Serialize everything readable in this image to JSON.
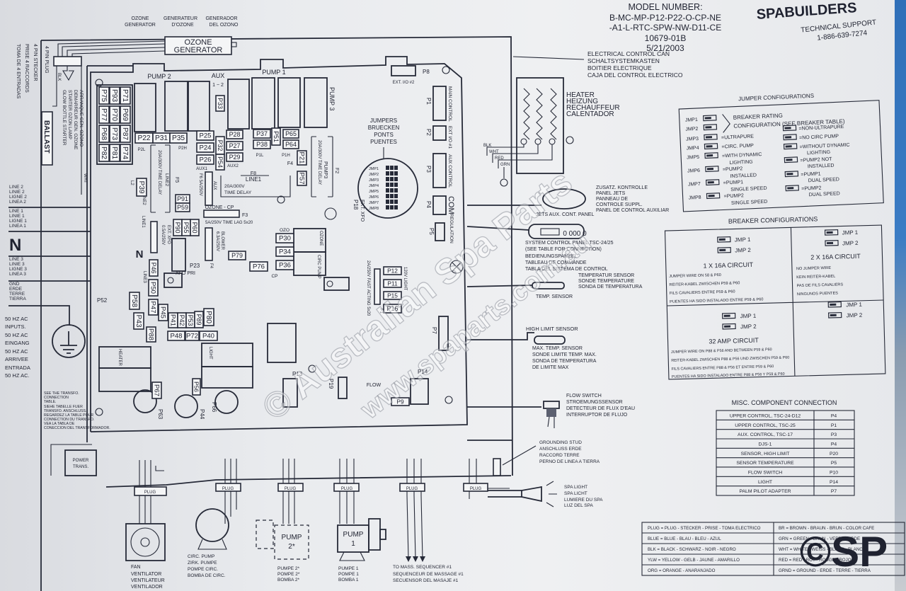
{
  "header": {
    "model_label": "MODEL NUMBER:",
    "model_line1": "B-MC-MP-P12-P22-O-CP-NE",
    "model_line2": "-A1-L-RTC-SPW-NW-D11-CE",
    "part": "10679-01B",
    "date": "5/21/2003"
  },
  "brand": {
    "logo": "SPABUILDERS",
    "support": "TECHNICAL SUPPORT",
    "phone": "1-886-639-7274"
  },
  "control_can": [
    "ELECTRICAL CONTROL CAN",
    "SCHALTSYSTEMKASTEN",
    "BOITIER ELECTRIQUE",
    "CAJA DEL CONTROL ELECTRICO"
  ],
  "ozone": {
    "labels": [
      "OZONE",
      "GENERATOR",
      "GENERATEUR",
      "D'OZONE",
      "GENERADOR",
      "DEL OZONO"
    ],
    "box": [
      "OZONE",
      "GENERATOR"
    ]
  },
  "left": {
    "plug_stecker": [
      "4 PIN STECKER",
      "PRISE 4 RACCORDS",
      "TOMA DE 4 ENTRADAS"
    ],
    "pin_plug": "4 PIN PLUG",
    "starter": [
      "ARRANQUE GEN. OZONO",
      "DEMARREUR GEN. OZONE",
      "STARTER OZON LAMP",
      "GLOW BOTTLE STARTER"
    ],
    "ballast": "BALLAST",
    "wire_blk": "BLK",
    "wire_wht": "WHT",
    "line2": [
      "LINE 2",
      "LINIE 2",
      "LIGNE 2",
      "LINEA 2"
    ],
    "line1": [
      "LINE 1",
      "LINIE 1",
      "LIGNE 1",
      "LINEA 1"
    ],
    "neutral": "N",
    "line3": [
      "LINE 3",
      "LINIE 3",
      "LIGNE 3",
      "LINEA 3"
    ],
    "gnd": [
      "GND",
      "ERDE",
      "TERRE",
      "TIERRA"
    ],
    "inputs": [
      "50 HZ AC",
      "INPUTS.",
      "50 HZ AC",
      "EINGANG",
      "50 HZ AC",
      "ARRIVEE",
      "ENTRADA",
      "50 HZ AC."
    ],
    "transfo_note": [
      "SEE THE TRANSFO.",
      "CONNECTION",
      "TABLE.",
      "SIEHE TABELLE FUER",
      "TRANSFO. ANSCHLUSS.",
      "REGARDEZ LA TABLE POUR",
      "CONNECTION DU TRANSFO.",
      "VEA LA TABLA DE",
      "CONECCION DEL TRANSFORMADOR."
    ]
  },
  "board": {
    "pump2": "PUMP 2",
    "aux": "AUX",
    "aux_12": "1 ~ 2",
    "pump1": "PUMP 1",
    "pump3": "PUMP 3",
    "p2l": "P2L",
    "p2h": "P2H",
    "p1l": "P1L",
    "p1h": "P1H",
    "aux1": "AUX1",
    "aux2": "AUX2",
    "f8": "F8",
    "line1": "LINE1",
    "f8_rating": "20A/300V",
    "f8_td": "TIME DELAY",
    "f5": "F5",
    "f5_rating": "20A/300V TIME DELAY",
    "line2": "LINE2",
    "f2": "F2",
    "pump3_f": "PUMP3",
    "f2_rating": "20A/300V TIME DELAY",
    "f4": "F4",
    "f6": "F6 5A/250V",
    "aux_f": "AUX",
    "ozone_cp": "OZONE - CP",
    "f3": "F3",
    "f3_rating": "5A/250V TIME LAG 5x20",
    "blower": "BLOWER",
    "blower_rating": "6.3A/250V",
    "f4b": "F4",
    "ext_xfo": "EXT. XFO",
    "xfo_rating": "0.5A/250V",
    "xfo_pri": "XFO PRI",
    "l2": "L2",
    "line1b": "LINE1",
    "line2b": "LINE2",
    "line3": "LINE3",
    "n": "N",
    "ozo": "OZO",
    "cp": "CP",
    "ozone_relay": "OZONE",
    "circ_pump": "CIRC PUMP",
    "f1": "F1",
    "f1_rating": "2A/250V FAST ACTING 5x20",
    "light_120": "120V LIGHT",
    "heater": "HEATER",
    "light": "LIGHT",
    "flow": "FLOW",
    "ext_io2": "EXT. I/O #2",
    "main_control": "MAIN CONTROL",
    "ext_io1": "EXT I/O #1",
    "aux_control": "AUX CONTROL",
    "com": "COM",
    "regulation": "REGULATION",
    "ext_xfo2": "EXT. XFO",
    "jumpers": [
      "JUMPERS",
      "BRUECKEN",
      "PONTS",
      "PUENTES"
    ],
    "jmp": [
      "JMP1",
      "JMP2",
      "JMP3",
      "JMP4",
      "JMP5",
      "JMP6",
      "JMP7",
      "JMP8"
    ],
    "connectors": [
      "P75",
      "P93",
      "P71",
      "P77",
      "P70",
      "P69",
      "P68",
      "P73",
      "P87",
      "P82",
      "P81",
      "P74",
      "P22",
      "P31",
      "P35",
      "P25",
      "P24",
      "P26",
      "P32",
      "P54",
      "P28",
      "P27",
      "P29",
      "P37",
      "P38",
      "P51",
      "P65",
      "P64",
      "P21",
      "P57",
      "P33",
      "P39",
      "P91",
      "P59",
      "P90",
      "P55",
      "P60",
      "P30",
      "P34",
      "P36",
      "P79",
      "P76",
      "P46",
      "P50",
      "P58",
      "P47",
      "P45",
      "P41",
      "P42",
      "P53",
      "P89",
      "P80",
      "P43",
      "P88",
      "P48",
      "P72",
      "P40",
      "P67",
      "P56",
      "P12",
      "P11",
      "P15",
      "P16",
      "P9",
      "P52",
      "P63",
      "P44",
      "P66",
      "P13",
      "P19",
      "P14",
      "P23",
      "P18",
      "P8",
      "P1",
      "P2",
      "P3",
      "P4",
      "P5",
      "P7"
    ]
  },
  "heater": {
    "labels": [
      "HEATER",
      "HEIZUNG",
      "RECHAUFFEUR",
      "CALENTADOR"
    ],
    "wires": [
      "BLK",
      "WHT",
      "RED",
      "GRN"
    ]
  },
  "panels": {
    "jets_title": "JETS AUX. CONT. PANEL",
    "jets": [
      "ZUSATZ. KONTROLLE",
      "PANEL JETS",
      "PANNEAU DE",
      "CONTROLE SUPPL.",
      "PANEL DE CONTROL AUXILIAR"
    ],
    "system_display": "0 000 0",
    "system": [
      "SYSTEM CONTROL PANEL TSC-24/25",
      "(SEE TABLE FOR CONNECTION)",
      "BEDIENUNGSPANEEL",
      "TABLEAU DE COMMANDE",
      "TABLA DEL SISTEMA DE CONTROL"
    ],
    "temp_sensor": "TEMP. SENSOR",
    "temp": [
      "TEMPERATUR SENSOR",
      "SONDE TEMPERATURE",
      "SONDA DE TEMPERATURA"
    ],
    "high_limit": "HIGH LIMIT SENSOR",
    "max_temp": [
      "MAX. TEMP. SENSOR",
      "SONDE LIMITE TEMP. MAX.",
      "SONDA DE TEMPERATURA",
      "DE LIMITE MAX"
    ],
    "flow": [
      "FLOW SWITCH",
      "STROEMUNGSSENSOR",
      "DETECTEUR DE FLUX D'EAU",
      "INTERRUPTOR DE FLUJO"
    ],
    "ground": [
      "GROUNDING STUD",
      "ANSCHLUSS ERDE",
      "RACCORD TERRE",
      "PERNO DE LINEA A TIERRA"
    ],
    "light": [
      "SPA LIGHT",
      "SPA LICHT",
      "LUMIERE DU SPA",
      "LUZ DEL SPA"
    ]
  },
  "jumper_config": {
    "title": "JUMPER CONFIGURATIONS",
    "jmps": [
      "JMP1",
      "JMP2",
      "JMP3",
      "JMP4",
      "JMP5",
      "JMP6",
      "JMP7",
      "JMP8"
    ],
    "breaker": [
      "BREAKER RATING",
      "CONFIGURATION (SEE BREAKER TABLE)"
    ],
    "left": [
      "=ULTRAPURE",
      "=CIRC. PUMP",
      "=WITH DYNAMIC",
      "LIGHTING",
      "=PUMP2",
      "INSTALLED",
      "=PUMP1",
      "SINGLE SPEED",
      "=PUMP2",
      "SINGLE SPEED"
    ],
    "right": [
      "=NON-ULTRAPURE",
      "=NO CIRC PUMP",
      "=WITHOUT DYNAMIC",
      "LIGHTING",
      "=PUMP2 NOT",
      "INSTALLED",
      "=PUMP1",
      "DUAL SPEED",
      "=PUMP2",
      "DUAL SPEED"
    ]
  },
  "breaker_config": {
    "title": "BREAKER CONFIGURATIONS",
    "jmp1": "JMP 1",
    "jmp2": "JMP 2",
    "single": {
      "circuit": "1 X 16A CIRCUIT",
      "notes": [
        "JUMPER WIRE ON 58 & P60",
        "REITER-KABEL ZWISCHEN P59 & P60",
        "FILS CAVALIERS ENTRE P59 & P60",
        "PUENTES HA SIDO INSTALADO ENTRE P59 & P60"
      ]
    },
    "dual": {
      "circuit": "2 X 16A CIRCUIT",
      "notes": [
        "NO JUMPER WIRE",
        "KEIN REITER-KABEL",
        "PAS DE FILS CAVALIERS",
        "NINGUNOS PUENTES"
      ]
    },
    "amp32": {
      "circuit": "32 AMP CIRCUIT",
      "notes": [
        "JUMPER WIRE ON P88 & P56 AND BETWEEN P59 & P60",
        "REITER-KABEL ZWISCHEN P88 & P56 UND ZWISCHEN P59 & P60",
        "FILS CAVALIERS ENTRE P88 & P56 ET ENTRE P59 & P60",
        "PUENTES HA SIDO INSTALADO ENTRE P88 & P56 Y P59 & P60"
      ]
    }
  },
  "misc": {
    "title": "MISC. COMPONENT CONNECTION",
    "rows": [
      {
        "component": "UPPER CONTROL, TSC-24-D12",
        "port": "P4"
      },
      {
        "component": "UPPER CONTROL, TSC-25",
        "port": "P1"
      },
      {
        "component": "AUX. CONTROL, TSC-17",
        "port": "P3"
      },
      {
        "component": "DJS-1",
        "port": "P4"
      },
      {
        "component": "SENSOR, HIGH LIMIT",
        "port": "P20"
      },
      {
        "component": "SENSOR TEMPERATURE",
        "port": "P5"
      },
      {
        "component": "FLOW SWITCH",
        "port": "P10"
      },
      {
        "component": "LIGHT",
        "port": "P14"
      },
      {
        "component": "PALM PILOT ADAPTER",
        "port": "P7"
      }
    ]
  },
  "legend": {
    "left": [
      "PLUG = PLUG - STECKER - PRISE - TOMA ELECTRICO",
      "BLUE = BLUE - BLAU - BLEU - AZUL",
      "BLK = BLACK - SCHWARZ - NOIR - NEGRO",
      "YLW = YELLOW - GELB - JAUNE - AMARILLO",
      "ORG = ORANGE - ANARANJADO"
    ],
    "right": [
      "BR = BROWN - BRAUN - BRUN - COLOR CAFE",
      "GRN = GREEN - GRUN - VERT - VERDE",
      "WHT = WHITE - WEISS - BLANC - BLANCO",
      "RED = RED - ROT - ROUGE - ROJO",
      "GRND = GROUND - ERDE - TERRE - TIERRA"
    ]
  },
  "bottom": {
    "plug": "PLUG",
    "power": [
      "POWER",
      "TRANS."
    ],
    "fan": [
      "FAN",
      "VENTILATOR",
      "VENTILATEUR",
      "VENTILADOR"
    ],
    "circ": [
      "CIRC. PUMP",
      "ZIRK. PUMPE",
      "POMPE CIRC.",
      "BOMBA DE CIRC."
    ],
    "pump2_box": [
      "PUMP",
      "2*"
    ],
    "pump2": [
      "PUMPE 2*",
      "POMPE 2*",
      "BOMBA 2*"
    ],
    "pump1_box": [
      "PUMP",
      "1"
    ],
    "pump1": [
      "PUMPE 1",
      "POMPE 1",
      "BOMBA 1"
    ],
    "mass": [
      "TO MASS. SEQUENCER #1",
      "SEQUENCEUR DE MASSAGE #1",
      "SECUENSOR DEL MASAJE #1"
    ]
  },
  "watermark": {
    "line1": "© Australian Spa Parts",
    "line2": "www.spaparts.com.au",
    "mark": "©SP"
  }
}
